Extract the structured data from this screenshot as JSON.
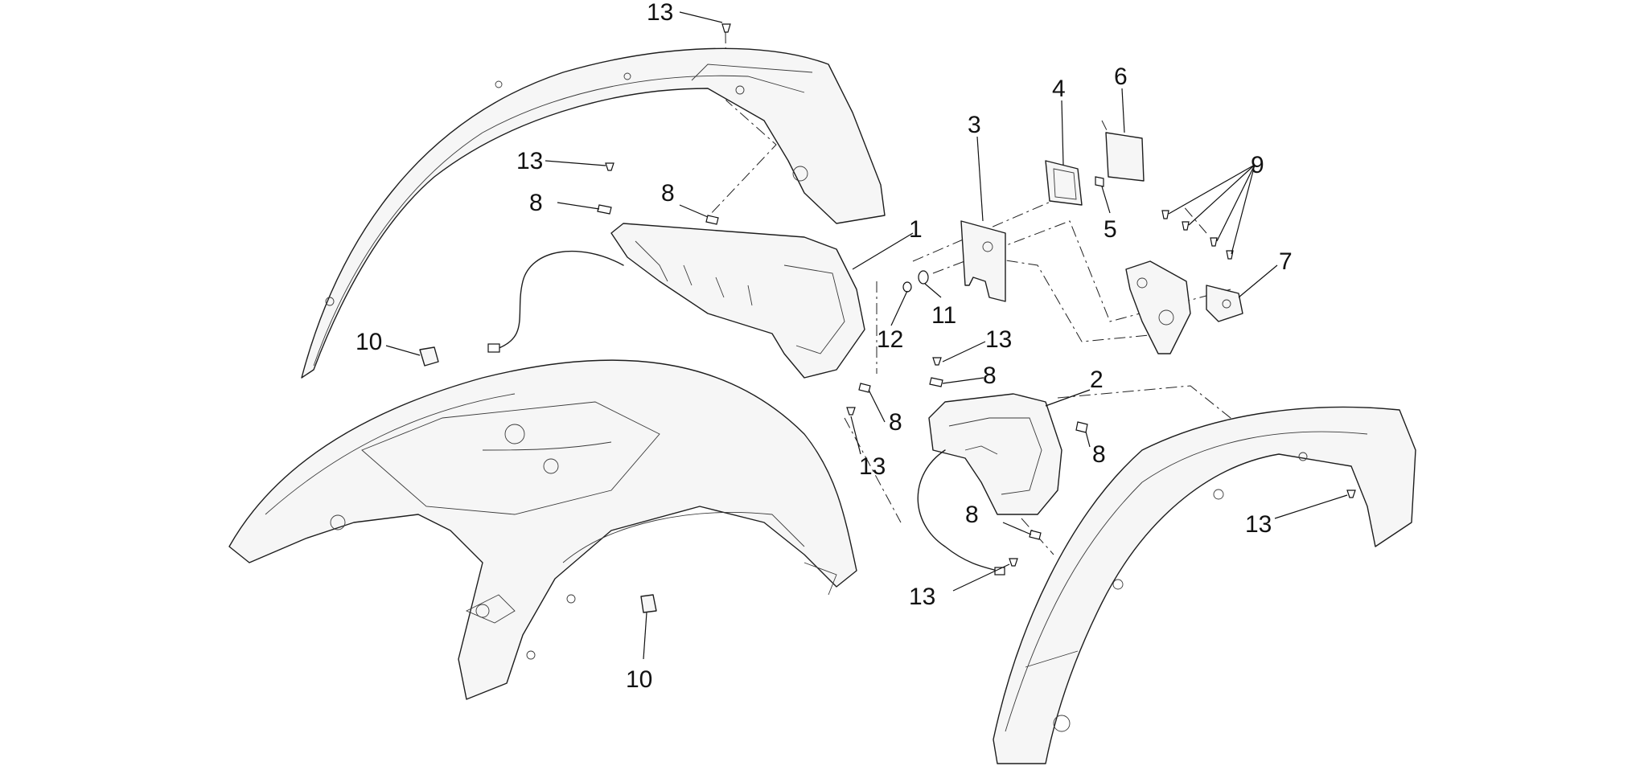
{
  "callouts": {
    "c1": "1",
    "c2": "2",
    "c3": "3",
    "c4": "4",
    "c5": "5",
    "c6": "6",
    "c7": "7",
    "c8a": "8",
    "c8b": "8",
    "c8c": "8",
    "c8d": "8",
    "c8e": "8",
    "c8f": "8",
    "c9": "9",
    "c10a": "10",
    "c10b": "10",
    "c11": "11",
    "c12": "12",
    "c13a": "13",
    "c13b": "13",
    "c13c": "13",
    "c13d": "13",
    "c13e": "13",
    "c13f": "13"
  }
}
